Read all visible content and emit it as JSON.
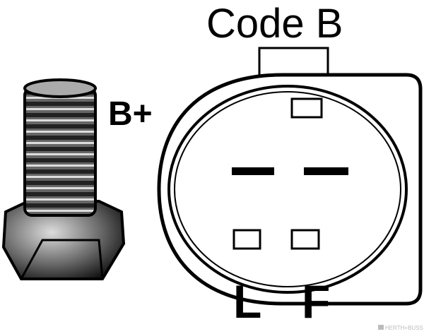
{
  "labels": {
    "code": "Code B",
    "terminal_b_plus": "B+",
    "terminal_l": "L",
    "terminal_f": "F"
  },
  "watermark": "HERTH+BUSS"
}
